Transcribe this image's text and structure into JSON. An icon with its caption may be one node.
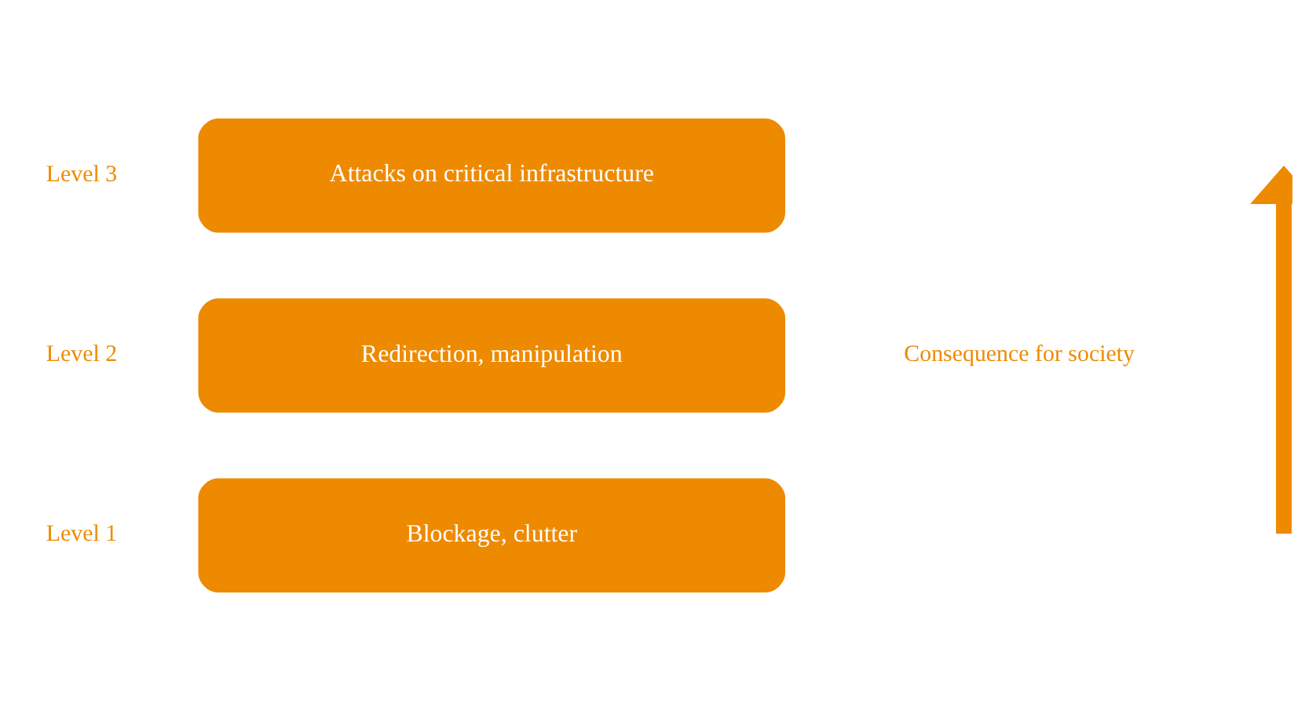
{
  "diagram": {
    "nodes": [
      {
        "text": [
          "Attacks on critical infrastructure"
        ],
        "beside": [
          "Level 3"
        ]
      },
      {
        "text": [
          "Redirection, manipulation"
        ],
        "beside": [
          "Level 2"
        ]
      },
      {
        "text": [
          "Blockage, clutter"
        ],
        "beside": [
          "Level 1"
        ]
      }
    ],
    "labels": [
      "Consequence for society"
    ]
  }
}
